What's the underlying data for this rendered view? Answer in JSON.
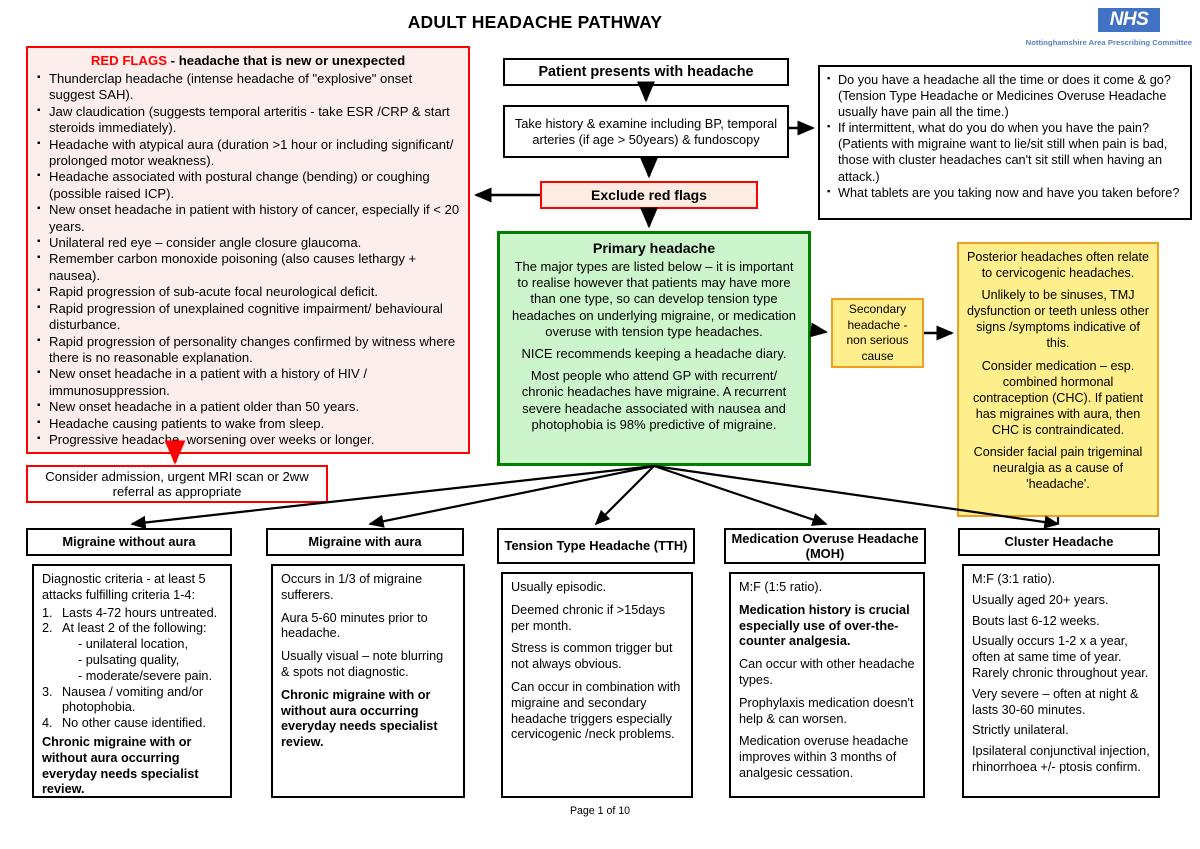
{
  "header": {
    "title": "ADULT HEADACHE PATHWAY",
    "nhs_logo_text": "NHS",
    "nhs_subtitle": "Nottinghamshire Area Prescribing Committee"
  },
  "red_flags": {
    "title_red": "RED FLAGS",
    "title_rest": " - headache that is new or unexpected",
    "items": [
      "Thunderclap headache (intense headache of \"explosive\" onset suggest SAH).",
      "Jaw claudication (suggests temporal arteritis - take ESR /CRP & start steroids immediately).",
      "Headache with atypical aura (duration >1 hour or including significant/ prolonged motor weakness).",
      "Headache associated with postural change (bending) or coughing (possible raised ICP).",
      "New onset headache in patient with history of cancer, especially if < 20 years.",
      "Unilateral red eye – consider angle closure glaucoma.",
      "Remember carbon monoxide poisoning (also causes lethargy + nausea).",
      "Rapid progression of sub-acute focal neurological deficit.",
      "Rapid progression of unexplained cognitive impairment/ behavioural disturbance.",
      "Rapid progression of personality changes confirmed by witness where there is no reasonable explanation.",
      "New onset headache in a patient with a history of HIV / immunosuppression.",
      "New onset headache in a patient older than 50 years.",
      "Headache causing patients to wake from sleep.",
      "Progressive headache, worsening over weeks or longer."
    ]
  },
  "consider_admission": {
    "text": "Consider admission, urgent MRI scan or 2ww referral as appropriate"
  },
  "flow": {
    "patient_presents": "Patient presents with headache",
    "take_history": "Take history & examine including BP, temporal arteries (if age > 50years) & fundoscopy",
    "exclude_red_flags": "Exclude red flags"
  },
  "primary_headache": {
    "title": "Primary headache",
    "paragraphs": [
      "The major types are listed below – it is important to realise however that patients may have more than one type, so can develop tension type headaches on underlying migraine, or medication overuse with tension type headaches.",
      "NICE recommends keeping a headache diary.",
      "Most people who attend GP with recurrent/ chronic headaches have migraine. A recurrent severe headache associated with nausea and photophobia is 98% predictive of migraine."
    ]
  },
  "history_questions": {
    "items": [
      "Do you have a headache all the time or does it come & go? (Tension Type Headache or Medicines Overuse Headache usually have pain all the time.)",
      "If intermittent, what do you do when you have the pain? (Patients with migraine want to lie/sit still when pain is bad, those with cluster headaches can't sit still when having an attack.)",
      "What tablets are you taking now and have you taken before?"
    ]
  },
  "secondary_headache": {
    "text": "Secondary headache - non serious cause"
  },
  "posterior_headaches": {
    "paragraphs": [
      "Posterior headaches often relate to cervicogenic headaches.",
      "Unlikely to be sinuses, TMJ dysfunction or teeth unless other signs /symptoms indicative of this.",
      "Consider medication – esp. combined hormonal contraception (CHC). If patient has migraines with aura, then CHC is contraindicated.",
      "Consider facial pain trigeminal neuralgia as a cause of 'headache'."
    ]
  },
  "types": [
    {
      "id": "migraine-without-aura",
      "header": "Migraine without aura",
      "intro": "Diagnostic criteria - at least 5 attacks fulfilling criteria 1-4:",
      "numbered": [
        {
          "num": "1.",
          "text": "Lasts 4-72 hours untreated."
        },
        {
          "num": "2.",
          "text": "At least 2 of the following:"
        }
      ],
      "sub_items": [
        "- unilateral location,",
        "- pulsating quality,",
        "- moderate/severe pain."
      ],
      "numbered2": [
        {
          "num": "3.",
          "text": "Nausea / vomiting and/or photophobia."
        },
        {
          "num": "4.",
          "text": "No other cause identified."
        }
      ],
      "bold_note": "Chronic migraine with or without aura occurring everyday needs specialist review."
    },
    {
      "id": "migraine-with-aura",
      "header": "Migraine with aura",
      "paragraphs": [
        "Occurs in 1/3 of migraine sufferers.",
        "Aura 5-60 minutes prior to headache.",
        "Usually visual – note blurring & spots not diagnostic."
      ],
      "bold_note": "Chronic migraine with or without aura occurring everyday needs specialist review."
    },
    {
      "id": "tension-type-headache",
      "header": "Tension Type Headache (TTH)",
      "paragraphs": [
        "Usually episodic.",
        "Deemed chronic if >15days per month.",
        "Stress is common trigger but not always obvious.",
        "Can occur in combination with migraine and secondary headache triggers especially cervicogenic /neck problems."
      ]
    },
    {
      "id": "medication-overuse-headache",
      "header": "Medication Overuse Headache (MOH)",
      "first": "M:F (1:5 ratio).",
      "bold_note": "Medication history is crucial especially use of over-the-counter analgesia.",
      "paragraphs": [
        "Can occur with other headache types.",
        "Prophylaxis medication doesn't help & can worsen.",
        "Medication overuse headache improves within 3 months of analgesic cessation."
      ]
    },
    {
      "id": "cluster-headache",
      "header": "Cluster Headache",
      "paragraphs": [
        "M:F (3:1 ratio).",
        "Usually aged 20+ years.",
        "Bouts last 6-12 weeks.",
        "Usually occurs 1-2 x a year, often at same time of year. Rarely chronic throughout year.",
        "Very severe – often at night & lasts 30-60 minutes.",
        "Strictly unilateral.",
        "Ipsilateral conjunctival injection, rhinorrhoea +/- ptosis confirm."
      ]
    }
  ],
  "footer": {
    "page_label": "Page 1 of 10"
  },
  "colors": {
    "red_flag_border": "#ff0000",
    "red_flag_fill": "#fdeeee",
    "green_border": "#008000",
    "green_fill": "#ccf5cc",
    "orange_border": "#f0a020",
    "yellow_fill": "#ffef8c",
    "nhs_blue": "#4272c4",
    "exclude_fill": "#fdece1"
  }
}
